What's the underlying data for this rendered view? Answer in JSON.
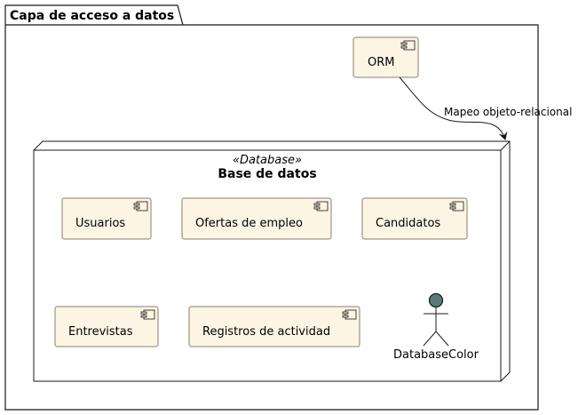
{
  "package": {
    "title": "Capa de acceso a datos"
  },
  "orm": {
    "label": "ORM"
  },
  "relation": {
    "label": "Mapeo objeto-relacional"
  },
  "database_node": {
    "stereotype": "«Database»",
    "title": "Base de datos"
  },
  "components": [
    {
      "label": "Usuarios"
    },
    {
      "label": "Ofertas de empleo"
    },
    {
      "label": "Candidatos"
    },
    {
      "label": "Entrevistas"
    },
    {
      "label": "Registros de actividad"
    }
  ],
  "actor": {
    "label": "DatabaseColor",
    "head_color": "#5a7a7a"
  },
  "colors": {
    "component_fill": "#fcf5e3",
    "component_stroke": "#8a7f6a",
    "line": "#181818"
  }
}
